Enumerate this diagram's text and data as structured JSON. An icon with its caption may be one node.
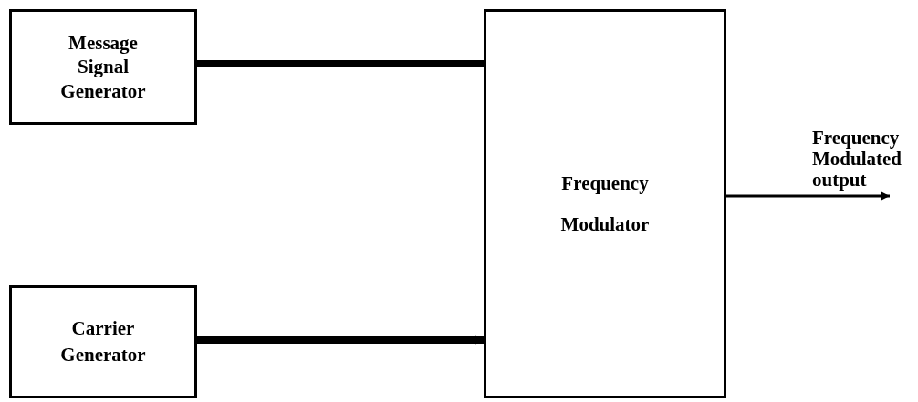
{
  "diagram": {
    "nodes": [
      {
        "text": [
          "Message Signal Generator"
        ]
      },
      {
        "text": [
          "Carrier Generator"
        ]
      },
      {
        "text": [
          "Frequency Modulator"
        ]
      }
    ],
    "edges": [
      {
        "from": 0,
        "to": 2,
        "arrow": "none"
      },
      {
        "from": 1,
        "to": 2,
        "arrow": "to"
      },
      {
        "from": 2,
        "to": null,
        "arrow": "to",
        "label": "Frequency Modulated output"
      }
    ]
  }
}
